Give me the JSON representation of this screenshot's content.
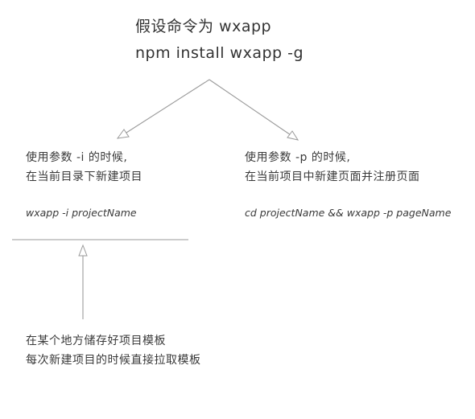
{
  "header": {
    "line1": "假设命令为 wxapp",
    "line2": "npm install wxapp -g"
  },
  "left_branch": {
    "line1": "使用参数 -i 的时候,",
    "line2": "在当前目录下新建项目",
    "command": "wxapp -i projectName"
  },
  "right_branch": {
    "line1": "使用参数 -p 的时候,",
    "line2": "在当前项目中新建页面并注册页面",
    "command": "cd projectName && wxapp -p pageName"
  },
  "bottom_note": {
    "line1": "在某个地方储存好项目模板",
    "line2": "每次新建项目的时候直接拉取模板"
  },
  "colors": {
    "stroke": "#999999",
    "text": "#333333"
  }
}
